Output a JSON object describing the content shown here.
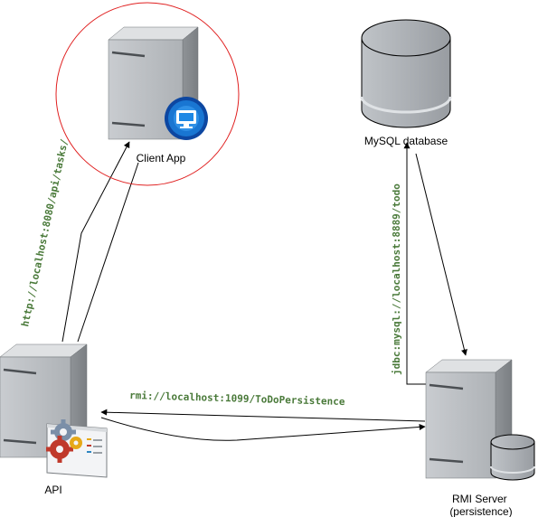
{
  "nodes": {
    "client": {
      "label": "Client App"
    },
    "mysql": {
      "label": "MySQL database"
    },
    "api": {
      "label": "API"
    },
    "rmi": {
      "label_line1": "RMI Server",
      "label_line2": "(persistence)"
    }
  },
  "edges": {
    "http_url": "http://localhost:8080/api/tasks/",
    "rmi_url": "rmi://localhost:1099/ToDoPersistence",
    "jdbc_url": "jdbc:mysql://localhost:8889/todo"
  },
  "colors": {
    "highlight_circle": "#e02020",
    "edge_label": "#4a7a3a",
    "server_body": "#9ea2a6",
    "server_front": "#c3c7cb",
    "database_fill": "#b4b8bd",
    "monitor_badge": "#1565c0"
  }
}
